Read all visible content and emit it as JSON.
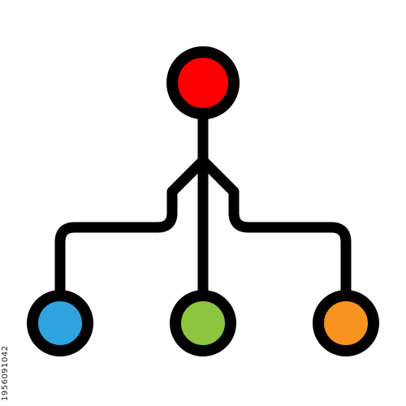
{
  "icon": {
    "name": "hierarchy-network-icon",
    "colors": {
      "outline": "#000000",
      "root": "#ff0000",
      "child_left": "#2ea3e0",
      "child_center": "#8cc63f",
      "child_right": "#f7931e",
      "background": "#ffffff"
    },
    "nodes": [
      {
        "name": "root-node",
        "color_key": "root"
      },
      {
        "name": "child-node-left",
        "color_key": "child_left"
      },
      {
        "name": "child-node-center",
        "color_key": "child_center"
      },
      {
        "name": "child-node-right",
        "color_key": "child_right"
      }
    ]
  },
  "stock_id": "1956091042"
}
